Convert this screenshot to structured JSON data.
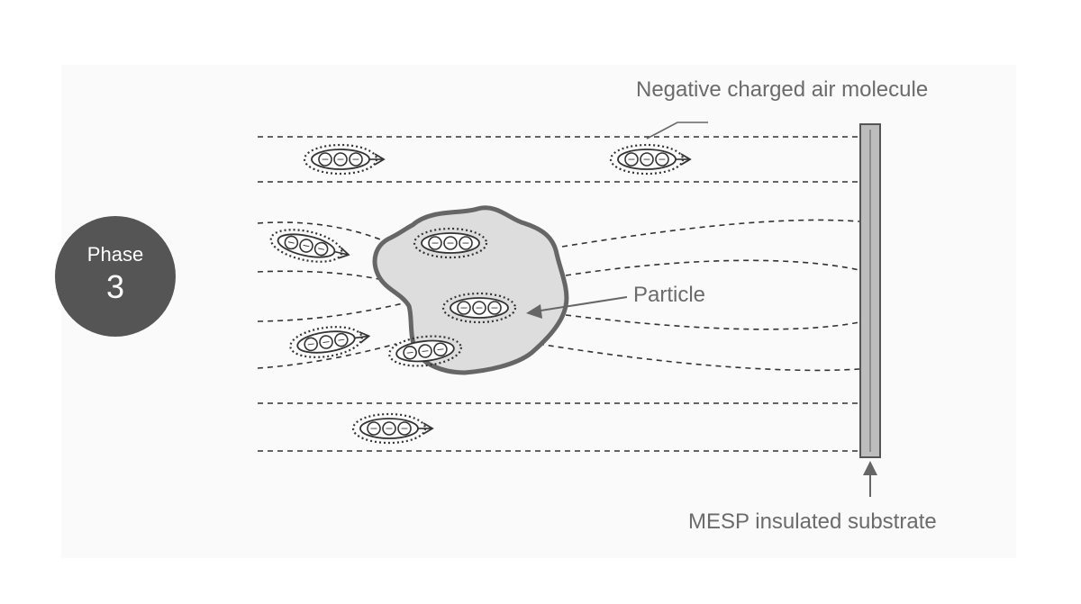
{
  "phase": {
    "label": "Phase",
    "number": "3"
  },
  "labels": {
    "molecule": "Negative charged air molecule",
    "particle": "Particle",
    "substrate": "MESP insulated substrate"
  },
  "charge_symbol": "−",
  "colors": {
    "badge": "#555555",
    "label_text": "#6b6b6b",
    "line": "#333333",
    "particle_fill": "#dddddd",
    "particle_stroke": "#666666",
    "substrate_fill": "#bdbdbd"
  }
}
